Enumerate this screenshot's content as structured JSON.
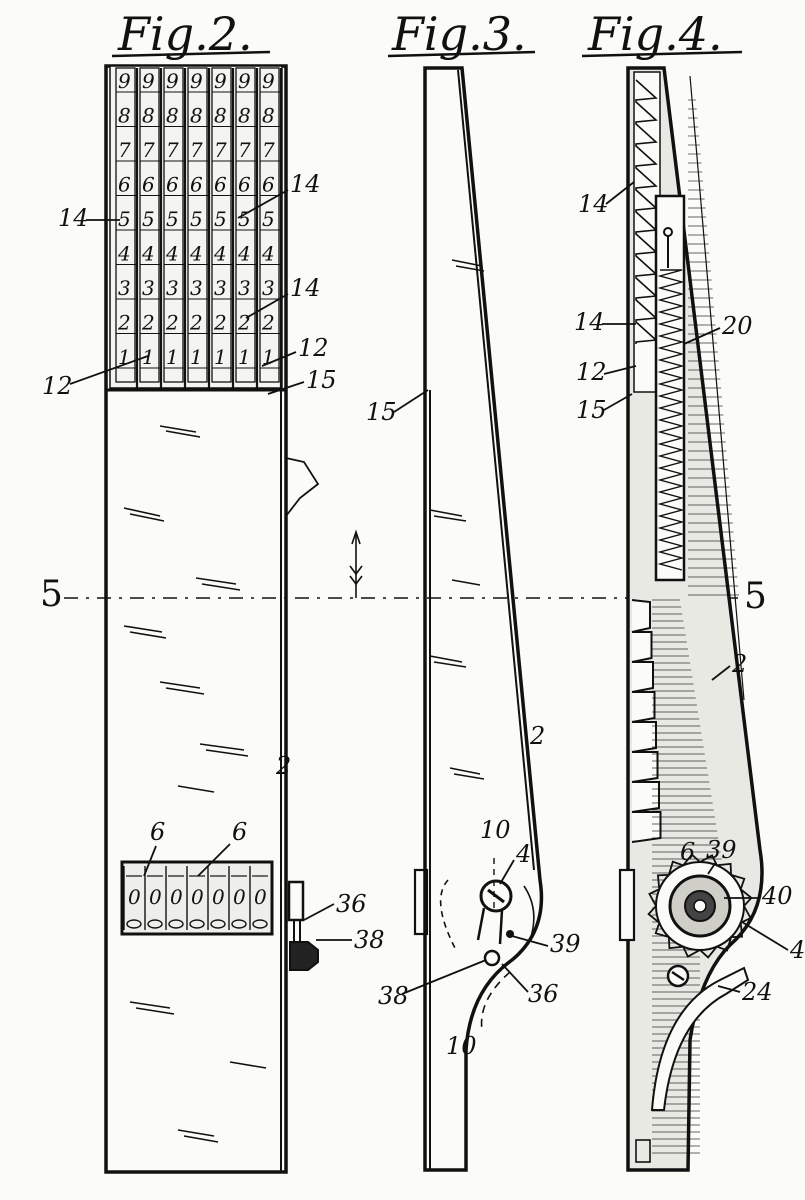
{
  "figures": {
    "fig2": "Fig.2.",
    "fig3": "Fig.3.",
    "fig4": "Fig.4."
  },
  "strip_digits": [
    "9",
    "8",
    "7",
    "6",
    "5",
    "4",
    "3",
    "2",
    "1"
  ],
  "wheel_digit": "0",
  "section": {
    "left": "5",
    "right": "5"
  },
  "refs": {
    "r14": "14",
    "r12": "12",
    "r15": "15",
    "r2": "2",
    "r6": "6",
    "r36": "36",
    "r38": "38",
    "r10": "10",
    "r4": "4",
    "r39": "39",
    "r20": "20",
    "r24": "24",
    "r40": "40"
  },
  "colors": {
    "ink": "#111111",
    "paper": "#fbfbf8"
  }
}
